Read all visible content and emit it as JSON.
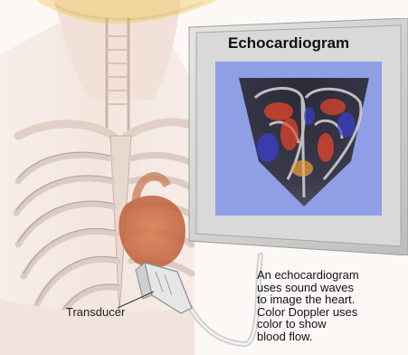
{
  "monitor": {
    "title": "Echocardiogram"
  },
  "labels": {
    "transducer": "Transducer"
  },
  "description": {
    "lines": [
      "An echocardiogram",
      "uses sound waves",
      "to image the heart.",
      "Color Doppler uses",
      "color to show",
      "blood flow."
    ]
  },
  "colors": {
    "screen_background": "#8f9fe6",
    "monitor_frame": "#d4d4d2",
    "doppler_red": "#e8462a",
    "doppler_blue": "#3a3fd0",
    "watermark": "#f0c030"
  }
}
